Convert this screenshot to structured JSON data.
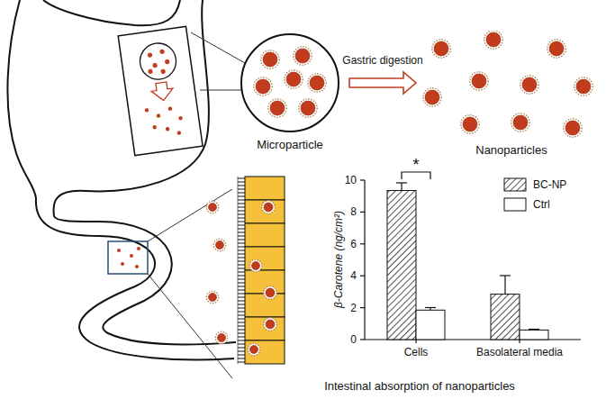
{
  "diagram": {
    "caption": "Intestinal absorption of nanoparticles",
    "nodes": [
      {
        "text": [
          "Microparticle"
        ]
      },
      {
        "text": [
          "Nanoparticles"
        ]
      }
    ],
    "edges": [
      {
        "from": 0,
        "to": 1,
        "label": "Gastric digestion",
        "arrow": "to"
      }
    ],
    "labels": [
      "*",
      "0",
      "2",
      "4",
      "6",
      "8",
      "10",
      "β-Carotene (ng/cm²)",
      "Cells",
      "Basolateral media"
    ],
    "legend": [
      {
        "text": "BC-NP"
      },
      {
        "text": "Ctrl",
        "color": "#ffffff"
      }
    ]
  }
}
